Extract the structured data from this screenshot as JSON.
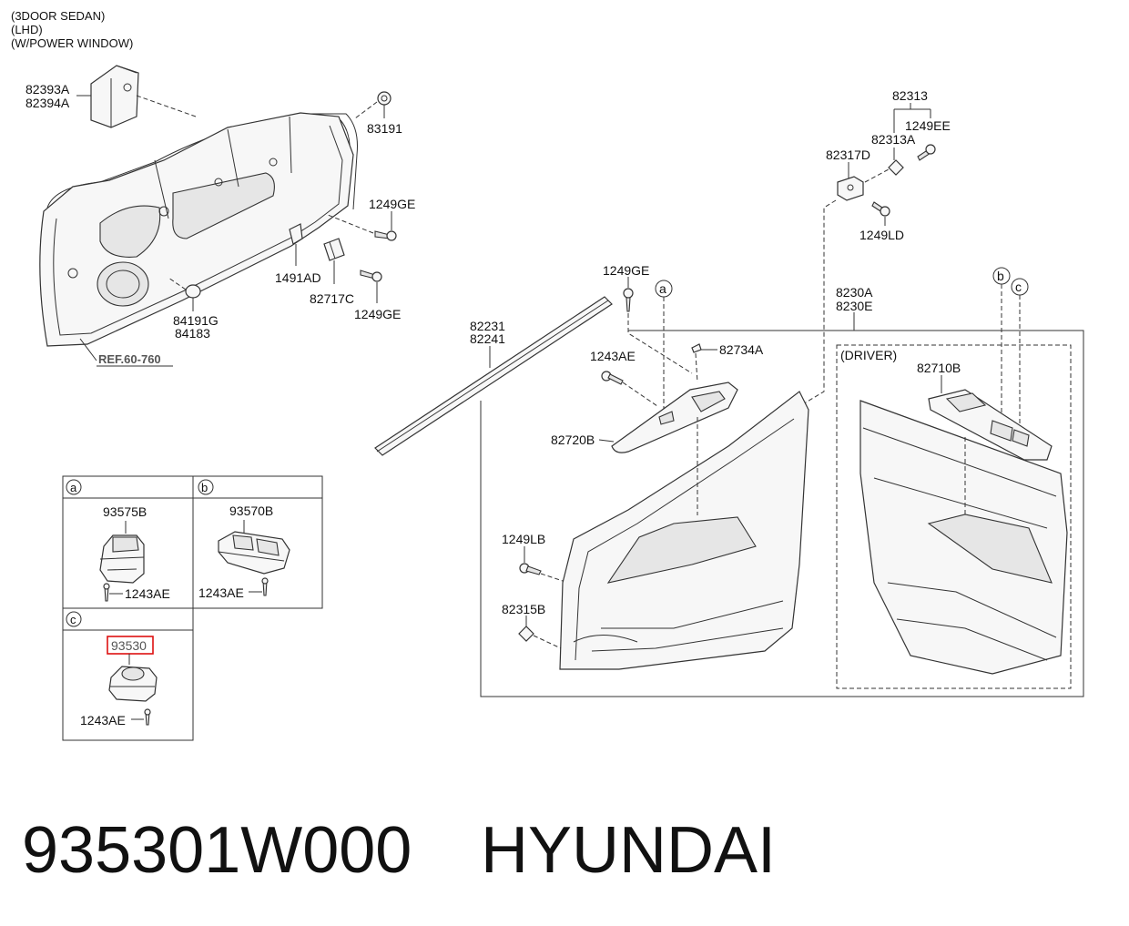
{
  "header": {
    "line1": "(3DOOR SEDAN)",
    "line2": "(LHD)",
    "line3": "(W/POWER WINDOW)"
  },
  "labels": {
    "l_82393a": "82393A",
    "l_82394a": "82394A",
    "l_83191": "83191",
    "l_1249ge_a": "1249GE",
    "l_1491ad": "1491AD",
    "l_82717c": "82717C",
    "l_1249ge_b": "1249GE",
    "l_84191g": "84191G",
    "l_84183": "84183",
    "l_ref": "REF.60-760",
    "l_82313": "82313",
    "l_1249ee": "1249EE",
    "l_82313a": "82313A",
    "l_82317d": "82317D",
    "l_1249ld": "1249LD",
    "l_1249ge_c": "1249GE",
    "l_8230a": "8230A",
    "l_8230e": "8230E",
    "l_82231": "82231",
    "l_82241": "82241",
    "l_82734a": "82734A",
    "l_1243ae_a": "1243AE",
    "l_82720b": "82720B",
    "l_driver": "(DRIVER)",
    "l_82710b": "82710B",
    "l_1249lb": "1249LB",
    "l_82315b": "82315B",
    "l_93575b": "93575B",
    "l_1243ae_b": "1243AE",
    "l_93570b": "93570B",
    "l_1243ae_c": "1243AE",
    "l_93530": "93530",
    "l_1243ae_d": "1243AE"
  },
  "callouts": {
    "a": "a",
    "b": "b",
    "c": "c"
  },
  "footer": {
    "part_number": "935301W000",
    "brand": "HYUNDAI"
  },
  "colors": {
    "highlight": "#d11111",
    "line": "#333333"
  }
}
